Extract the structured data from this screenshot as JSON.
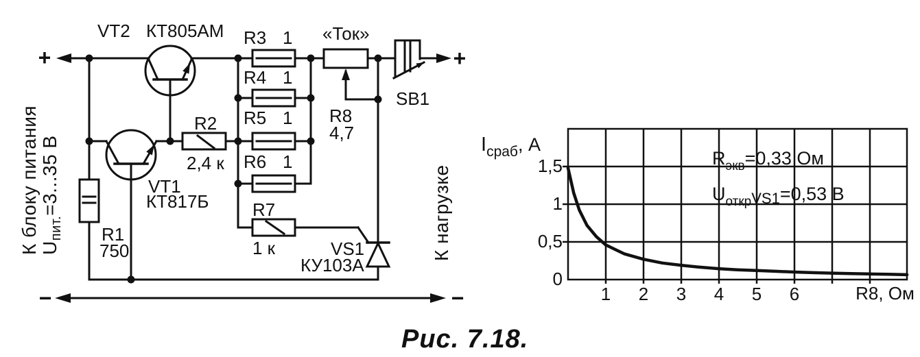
{
  "figure_caption": "Рис. 7.18.",
  "circuit": {
    "power_label_line1": "К блоку питания",
    "power_label_u": {
      "main": "U",
      "sub": "пит.",
      "rest": "=3...35 В"
    },
    "load_label": "К нагрузке",
    "plus_in": "+",
    "plus_out": "+",
    "minus_in": "−",
    "minus_out": "−",
    "vt1": {
      "ref": "VT1",
      "part": "КТ817Б"
    },
    "vt2": {
      "ref": "VT2",
      "part": "КТ805АМ"
    },
    "vs1": {
      "ref": "VS1",
      "part": "КУ103А"
    },
    "sb1": {
      "ref": "SB1"
    },
    "r1": {
      "ref": "R1",
      "value": "750"
    },
    "r2": {
      "ref": "R2",
      "value": "2,4 к"
    },
    "r3": {
      "ref": "R3",
      "value": "1"
    },
    "r4": {
      "ref": "R4",
      "value": "1"
    },
    "r5": {
      "ref": "R5",
      "value": "1"
    },
    "r6": {
      "ref": "R6",
      "value": "1"
    },
    "r7": {
      "ref": "R7",
      "value": "1 к"
    },
    "r8": {
      "ref": "R8",
      "value": "4,7",
      "knob": "«Ток»"
    }
  },
  "chart_data": {
    "type": "line",
    "title": "",
    "xlabel": "R8, Ом",
    "ylabel": "Iсраб, А",
    "ylabel_parts": {
      "main": "I",
      "sub": "сраб",
      "rest": ", А"
    },
    "x_tick_labels": [
      "1",
      "2",
      "3",
      "4",
      "5",
      "6"
    ],
    "y_tick_labels": [
      "0",
      "0,5",
      "1",
      "1,5"
    ],
    "xlim": [
      0,
      9
    ],
    "ylim": [
      0,
      2
    ],
    "grid": "on",
    "legend": "none",
    "annotations": {
      "r_ekv": {
        "main": "R",
        "sub": "экв",
        "rest": "=0,33 Ом",
        "text": "Rэкв=0,33 Ом"
      },
      "u_otkr": {
        "main": "U",
        "sub": "откр",
        "mid": "VS1",
        "rest": "=0,53 В",
        "text": "UоткрVS1=0,53 В"
      }
    },
    "series": [
      {
        "name": "Iсраб(R8)",
        "x": [
          0,
          0.15,
          0.3,
          0.5,
          0.75,
          1,
          1.5,
          2,
          2.5,
          3,
          3.5,
          4,
          4.5,
          5,
          5.5,
          6,
          6.5,
          7,
          7.5,
          8,
          8.5,
          9
        ],
        "y": [
          1.48,
          1.15,
          0.92,
          0.72,
          0.57,
          0.46,
          0.34,
          0.27,
          0.22,
          0.19,
          0.165,
          0.145,
          0.13,
          0.12,
          0.11,
          0.1,
          0.092,
          0.085,
          0.08,
          0.075,
          0.07,
          0.065
        ]
      }
    ]
  }
}
